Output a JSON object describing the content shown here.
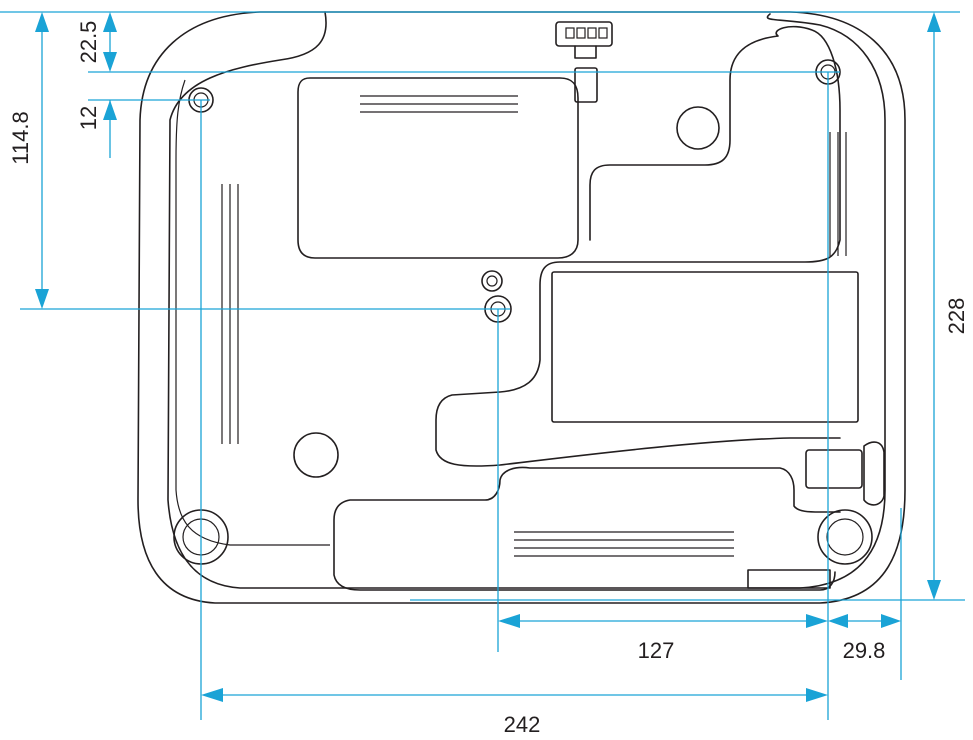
{
  "dimensions": {
    "top_to_front_foot": "22.5",
    "front_foot_offset": "12",
    "top_to_center_foot": "114.8",
    "total_depth": "228",
    "center_to_right_foot": "127",
    "right_foot_to_edge": "29.8",
    "foot_spacing_width": "242"
  },
  "colors": {
    "dimension_line": "#1aa3d6",
    "outline": "#231f20",
    "background": "#ffffff"
  }
}
